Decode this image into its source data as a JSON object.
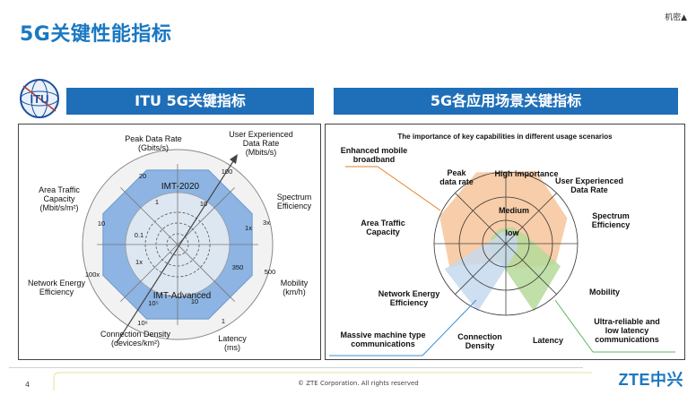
{
  "page": {
    "title": "5G关键性能指标",
    "confidentiality": "机密▲",
    "page_number": "4",
    "copyright": "© ZTE Corporation. All rights reserved",
    "logo": "ZTE中兴",
    "colors": {
      "accent": "#1f6fb8",
      "imt2020": "#8db4e2",
      "embb": "#f7c8a0",
      "urllc": "#b5d99a",
      "mmtc": "#c6d9ee"
    }
  },
  "left_panel": {
    "header": "ITU 5G关键指标",
    "badge": "ITU",
    "axes": [
      {
        "label": "Peak Data Rate\n(Gbits/s)",
        "imt2020": "20",
        "imt_adv": "1"
      },
      {
        "label": "User Experienced\nData Rate\n(Mbits/s)",
        "imt2020": "100",
        "imt_adv": "10"
      },
      {
        "label": "Spectrum\nEfficiency",
        "imt2020": "3x",
        "imt_adv": "1x"
      },
      {
        "label": "Mobility\n(km/h)",
        "imt2020": "500",
        "imt_adv": "350"
      },
      {
        "label": "Latency\n(ms)",
        "imt2020": "1",
        "imt_adv": "10"
      },
      {
        "label": "Connection Density\n(devices/km²)",
        "imt2020": "10⁶",
        "imt_adv": "10⁵"
      },
      {
        "label": "Network Energy\nEfficiency",
        "imt2020": "100x",
        "imt_adv": "1x"
      },
      {
        "label": "Area Traffic\nCapacity\n(Mbit/s/m²)",
        "imt2020": "10",
        "imt_adv": "0.1"
      }
    ],
    "series": [
      {
        "name": "IMT-2020"
      },
      {
        "name": "IMT-Advanced"
      }
    ]
  },
  "right_panel": {
    "header": "5G各应用场景关键指标",
    "subtitle": "The importance of key capabilities in different usage scenarios",
    "levels": [
      "High importance",
      "Medium",
      "low"
    ],
    "axes": [
      "Peak\ndata rate",
      "User Experienced\nData Rate",
      "Spectrum\nEfficiency",
      "Mobility",
      "Latency",
      "Connection\nDensity",
      "Network Energy\nEfficiency",
      "Area Traffic\nCapacity"
    ],
    "scenarios": [
      {
        "name": "Enhanced mobile\nbroadband",
        "color": "#f7c8a0"
      },
      {
        "name": "Ultra-reliable and\nlow latency\ncommunications",
        "color": "#b5d99a"
      },
      {
        "name": "Massive machine type\ncommunications",
        "color": "#c6d9ee"
      }
    ]
  }
}
